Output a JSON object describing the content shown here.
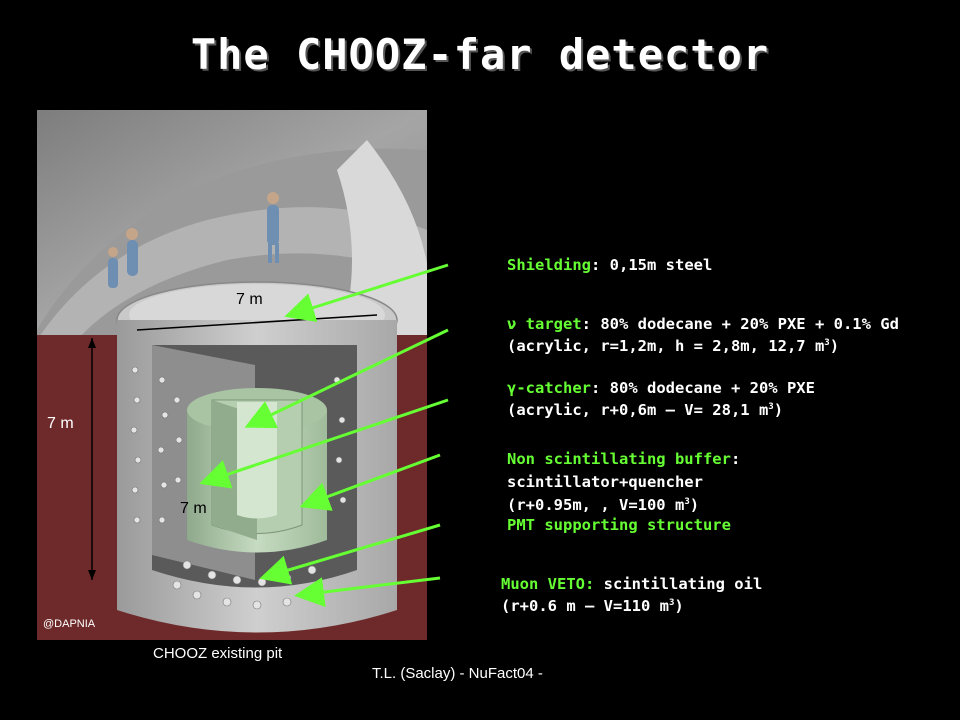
{
  "title": "The CHOOZ-far detector",
  "colors": {
    "accent_green": "#66ff33",
    "background": "#000000",
    "pit_wall": "#6e2a2a"
  },
  "dimensions": {
    "top_width": "7 m",
    "height": "7 m",
    "inner": "7 m"
  },
  "credit": "@DAPNIA",
  "caption": "CHOOZ existing pit",
  "footer": "T.L. (Saclay) - NuFact04 -",
  "labels": {
    "shielding": {
      "name": "Shielding",
      "desc": ": 0,15m steel"
    },
    "target": {
      "symbol": "ν",
      "name": " target",
      "desc": ": 80% dodecane + 20% PXE + 0.1% Gd",
      "line2": "(acrylic, r=1,2m, h = 2,8m, 12,7 m",
      "sup": "3",
      "close": ")"
    },
    "gamma_catcher": {
      "symbol": "γ",
      "name": "-catcher",
      "desc": ": 80% dodecane + 20% PXE",
      "line2": "(acrylic, r+0,6m – V= 28,1 m",
      "sup": "3",
      "close": ")"
    },
    "buffer": {
      "name": "Non scintillating buffer",
      "desc": ":",
      "line2": "scintillator+quencher",
      "line3": "(r+0.95m, , V=100 m",
      "sup": "3",
      "close": ")"
    },
    "pmt_structure": {
      "name": "PMT supporting structure"
    },
    "muon_veto": {
      "name": "Muon VETO:",
      "desc": " scintillating oil",
      "line2": "(r+0.6 m – V=110 m",
      "sup": "3",
      "close": ")"
    }
  }
}
